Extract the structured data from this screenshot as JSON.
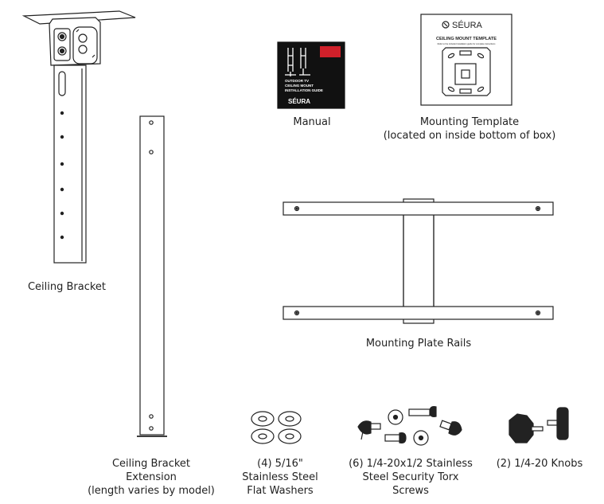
{
  "labels": {
    "ceiling_bracket": "Ceiling Bracket",
    "extension": [
      "Ceiling Bracket",
      "Extension",
      "(length varies by model)"
    ],
    "manual": "Manual",
    "mounting_template": [
      "Mounting Template",
      "(located on inside bottom of box)"
    ],
    "mounting_plate_rails": "Mounting Plate Rails",
    "washers": [
      "(4) 5/16\"",
      "Stainless Steel",
      "Flat Washers"
    ],
    "screws": [
      "(6) 1/4-20x1/2 Stainless",
      "Steel Security Torx",
      "Screws"
    ],
    "knobs": "(2) 1/4-20 Knobs"
  },
  "manual_cover": {
    "title_lines": [
      "OUTDOOR TV",
      "CEILING MOUNT",
      "INSTALLATION GUIDE"
    ],
    "brand": "SÉURA"
  },
  "template_sheet": {
    "brand": "SÉURA",
    "title": "CEILING MOUNT TEMPLATE",
    "subtitle": "Refer to the included installation guide for complete instructions"
  },
  "colors": {
    "line": "#222222",
    "manual_bg": "#111111",
    "manual_accent": "#d0202a"
  }
}
